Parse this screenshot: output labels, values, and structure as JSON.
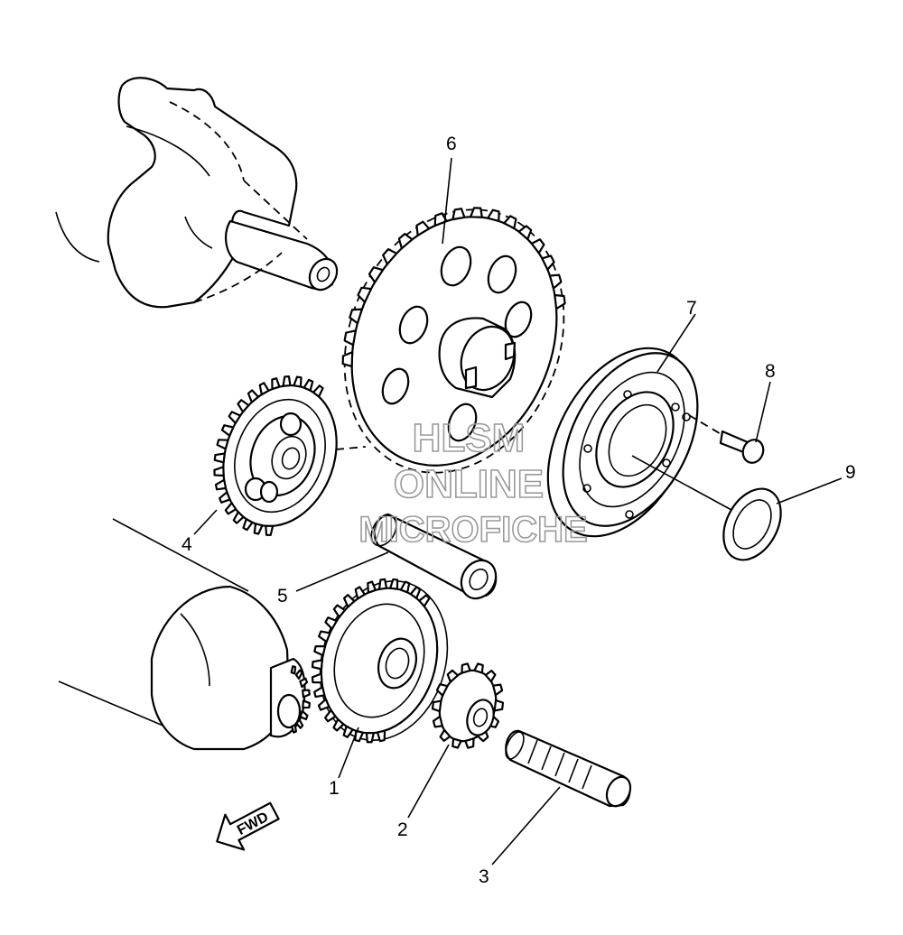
{
  "callouts": [
    {
      "id": "1",
      "label": "1"
    },
    {
      "id": "2",
      "label": "2"
    },
    {
      "id": "3",
      "label": "3"
    },
    {
      "id": "4",
      "label": "4"
    },
    {
      "id": "5",
      "label": "5"
    },
    {
      "id": "6",
      "label": "6"
    },
    {
      "id": "7",
      "label": "7"
    },
    {
      "id": "8",
      "label": "8"
    },
    {
      "id": "9",
      "label": "9"
    }
  ],
  "direction_arrow": {
    "label": "FWD"
  },
  "watermark": {
    "line1": "HLSM",
    "line2": "ONLINE",
    "line3": "MICROFICHE"
  }
}
